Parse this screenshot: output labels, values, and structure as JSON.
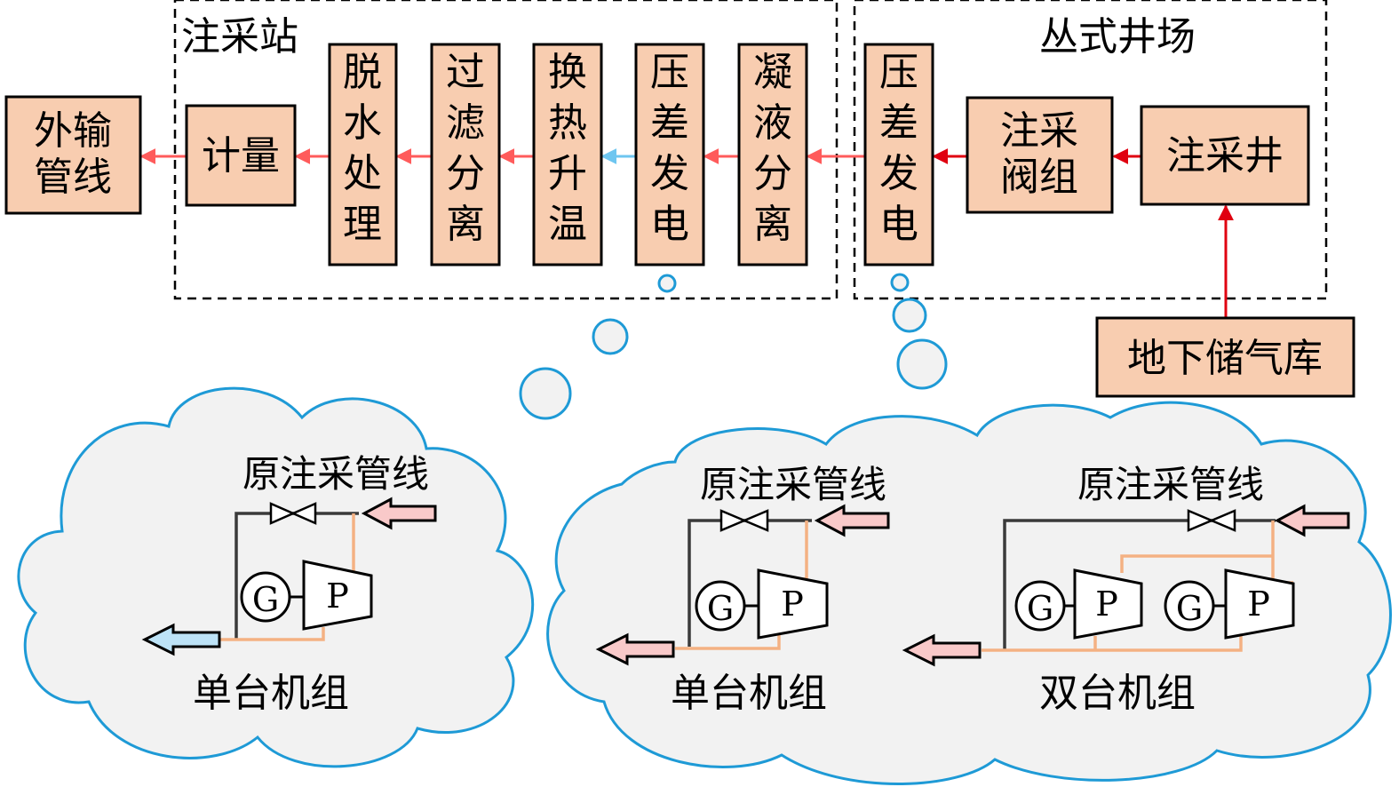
{
  "regions": {
    "station": "注采站",
    "wellsite": "丛式井场"
  },
  "boxes": {
    "export_pipeline": "外输管线",
    "metering": "计量",
    "dehydration": "脱水处理",
    "filtration": "过滤分离",
    "heating": "换热升温",
    "station_pressure_gen": "压差发电",
    "condensate_sep": "凝液分离",
    "wellsite_pressure_gen": "压差发电",
    "valve_group": "注采阀组",
    "injection_well": "注采井",
    "storage": "地下储气库"
  },
  "details": {
    "left": {
      "pipeline_label": "原注采管线",
      "unit_label": "单台机组"
    },
    "middle": {
      "pipeline_label": "原注采管线",
      "unit_label": "单台机组"
    },
    "right": {
      "pipeline_label": "原注采管线",
      "unit_label": "双台机组"
    },
    "generator": "G",
    "expander": "P"
  },
  "colors": {
    "box_fill": "#f8cdb0",
    "arrow_red": "#ff5b5b",
    "arrow_dark_red": "#e00010",
    "arrow_blue": "#6ec6f0",
    "cloud_border": "#1e9ad6",
    "cloud_fill": "#f2f2f2",
    "pipe_gray": "#3a3a3a",
    "pipe_orange": "#f4b183",
    "flow_pink": "#f9c9c9",
    "flow_blue": "#bde3f7"
  }
}
